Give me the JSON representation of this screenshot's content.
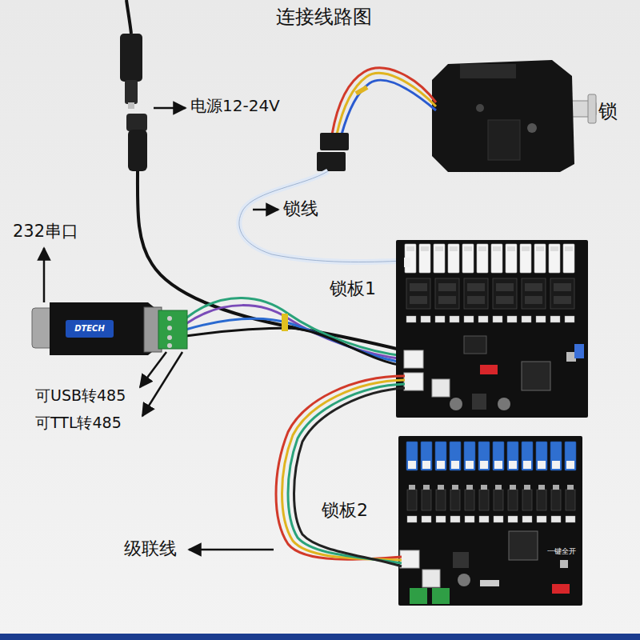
{
  "diagram": {
    "title": "连接线路图",
    "labels": [
      "电源12-24V",
      "锁",
      "232串口",
      "DTECH",
      "锁线",
      "锁板1",
      "可USB转485",
      "可TTL转485",
      "锁板2",
      "一键全开",
      "级联线"
    ]
  }
}
